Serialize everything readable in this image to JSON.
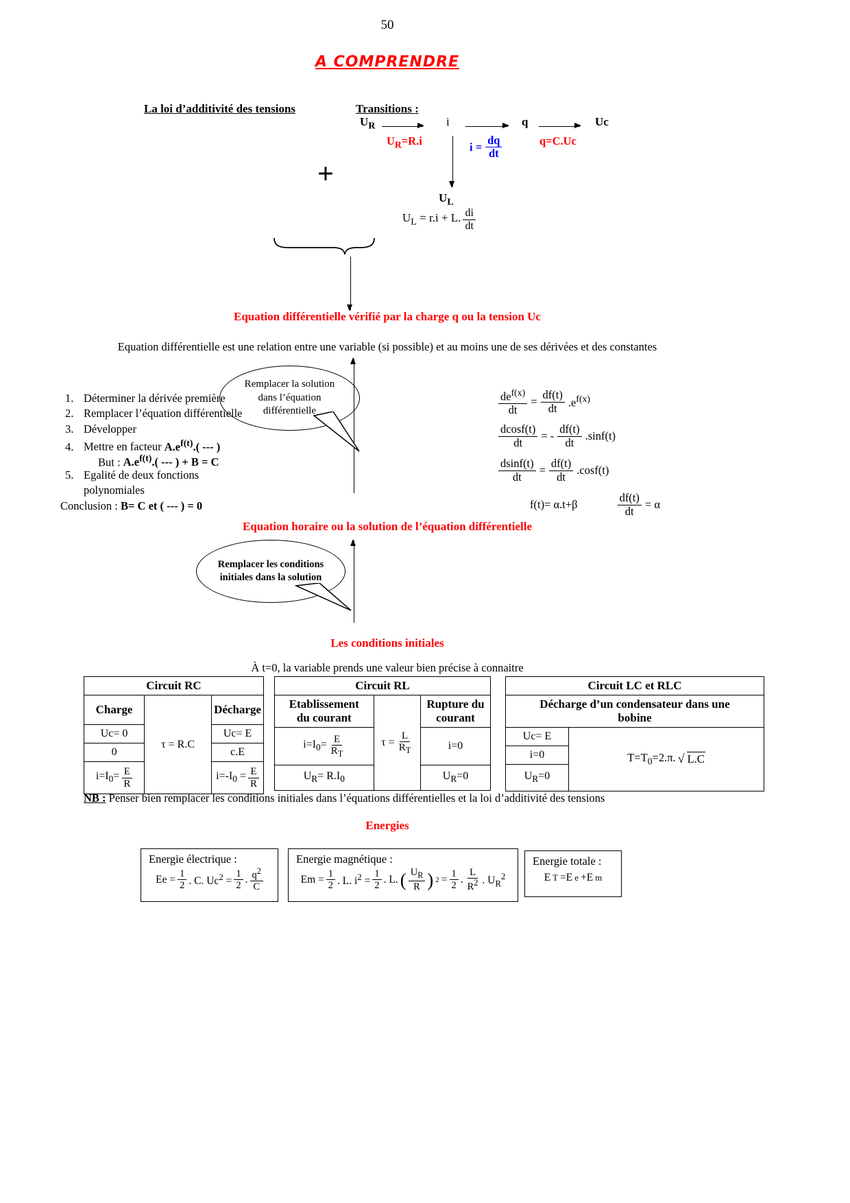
{
  "page_number": "50",
  "title": "A COMPRENDRE",
  "additivity": {
    "heading": "La loi d’additivité des tensions",
    "transitions_heading": "Transitions :",
    "node_ur": "U_{R}",
    "node_i": "i",
    "node_q": "q",
    "node_uc": "Uc",
    "eq_ur": "U_{R}=R.i",
    "eq_i_lhs": "i =",
    "eq_i_num": "dq",
    "eq_i_den": "dt",
    "eq_q": "q=C.Uc",
    "plus": "+",
    "ul_label": "U_{L}",
    "ul_eq_lhs": "U_{L} =  r.i +  L.",
    "ul_eq_num": "di",
    "ul_eq_den": "dt"
  },
  "diff_eq": {
    "heading": "Equation différentielle vérifié par la charge q ou la tension Uc",
    "definition": "Equation différentielle est une relation entre une variable (si possible) et au moins une de ses dérivées et des constantes",
    "bubble_solution": "Remplacer la solution dans l’équation différentielle",
    "steps": {
      "s1": "1.",
      "s1_text": "Déterminer la dérivée première",
      "s2": "2.",
      "s2_text": "Remplacer l’équation différentielle",
      "s3": "3.",
      "s3_text": "Développer",
      "s4": "4.",
      "s4_text": "Mettre en facteur ",
      "s4_math": "A.e^{f(t)}.(  ---  )",
      "but_label": "But : ",
      "but_math": "A.e^{f(t)}.(  ---  ) + B = C",
      "s5": "5.",
      "s5_text": "Egalité de deux fonctions",
      "s5_text2": "polynomiales",
      "conclusion_label": "Conclusion : ",
      "conclusion_math": "B= C et  (  ---  ) = 0"
    },
    "derivatives": {
      "l1_num": "de^{f(x)}",
      "l1_den": "dt",
      "l1_eq": "=",
      "l1_num2": "df(t)",
      "l1_den2": "dt",
      "l1_tail": ".e^{f(x)}",
      "l2_num": "dcosf(t)",
      "l2_den": "dt",
      "l2_eq": "= -",
      "l2_num2": "df(t)",
      "l2_den2": "dt",
      "l2_tail": ".sinf(t)",
      "l3_num": "dsinf(t)",
      "l3_den": "dt",
      "l3_eq": "=",
      "l3_num2": "df(t)",
      "l3_den2": "dt",
      "l3_tail": ".cosf(t)",
      "l4_left": "f(t)= α.t+β",
      "l4_num": "df(t)",
      "l4_den": "dt",
      "l4_eq": "= α"
    }
  },
  "horaire": {
    "heading": "Equation horaire ou la solution de l’équation différentielle",
    "bubble_conditions": "Remplacer les conditions initiales dans la solution"
  },
  "conditions": {
    "heading": "Les conditions initiales",
    "intro": "À t=0, la variable prends une valeur bien précise à connaitre",
    "rc": {
      "title": "Circuit RC",
      "charge_header": "Charge",
      "discharge_header": "Décharge",
      "tau": "τ = R.C",
      "charge_r1": "Uc= 0",
      "charge_r2": "0",
      "charge_r3_pre": "i=I_{0}=",
      "charge_r3_num": "E",
      "charge_r3_den": "R",
      "discharge_r1": "Uc= E",
      "discharge_r2": "c.E",
      "discharge_r3_pre": "i=-I_{0} =",
      "discharge_r3_num": "E",
      "discharge_r3_den": "R"
    },
    "rl": {
      "title": "Circuit RL",
      "est_header": "Etablissement du courant",
      "rupt_header": "Rupture du courant",
      "tau_pre": "τ =",
      "tau_num": "L",
      "tau_den": "R_{T}",
      "est_r1_pre": "i=I_{0}=",
      "est_r1_num": "E",
      "est_r1_den": "R_{T}",
      "est_r2": "U_{R}= R.I_{0}",
      "rupt_r1": "i=0",
      "rupt_r2": "U_{R}=0"
    },
    "lc": {
      "title": "Circuit LC et RLC",
      "subtitle": "Décharge d’un condensateur dans une bobine",
      "r1": "Uc= E",
      "r2": "i=0",
      "r3": "U_{R}=0",
      "period_pre": "T=T_{0}=2.π.",
      "sqrt_sign": "√",
      "sqrt_arg": "L.C"
    },
    "nb_label": "NB :",
    "nb_text": " Penser bien remplacer les conditions initiales dans l’équations différentielles et la loi d’additivité des tensions"
  },
  "energies": {
    "heading": "Energies",
    "electric_title": "Energie électrique :",
    "e1_p1": "Ee =",
    "half_num": "1",
    "half_den": "2",
    "e1_p2": ". C. Uc^{2}  =",
    "e1_p3": ".",
    "e1_num": "q^{2}",
    "e1_den": "C",
    "magnetic_title": "Energie magnétique :",
    "e2_p1": "Em =",
    "e2_p2": ". L. i^{2} =",
    "e2_p3": ". L.",
    "paren_open": "(",
    "e2_fr_num": "U_{R}",
    "e2_fr_den": "R",
    "paren_close": ")",
    "sup2": "2",
    "e2_eq": "=",
    "e2_p4": ".",
    "e2_num": "L",
    "e2_den": "R^{2}",
    "e2_p5": ". U_{R}^{2}",
    "total_title": "Energie totale :",
    "total_formula": "E_{T}=E_{e}+E_{m}"
  }
}
